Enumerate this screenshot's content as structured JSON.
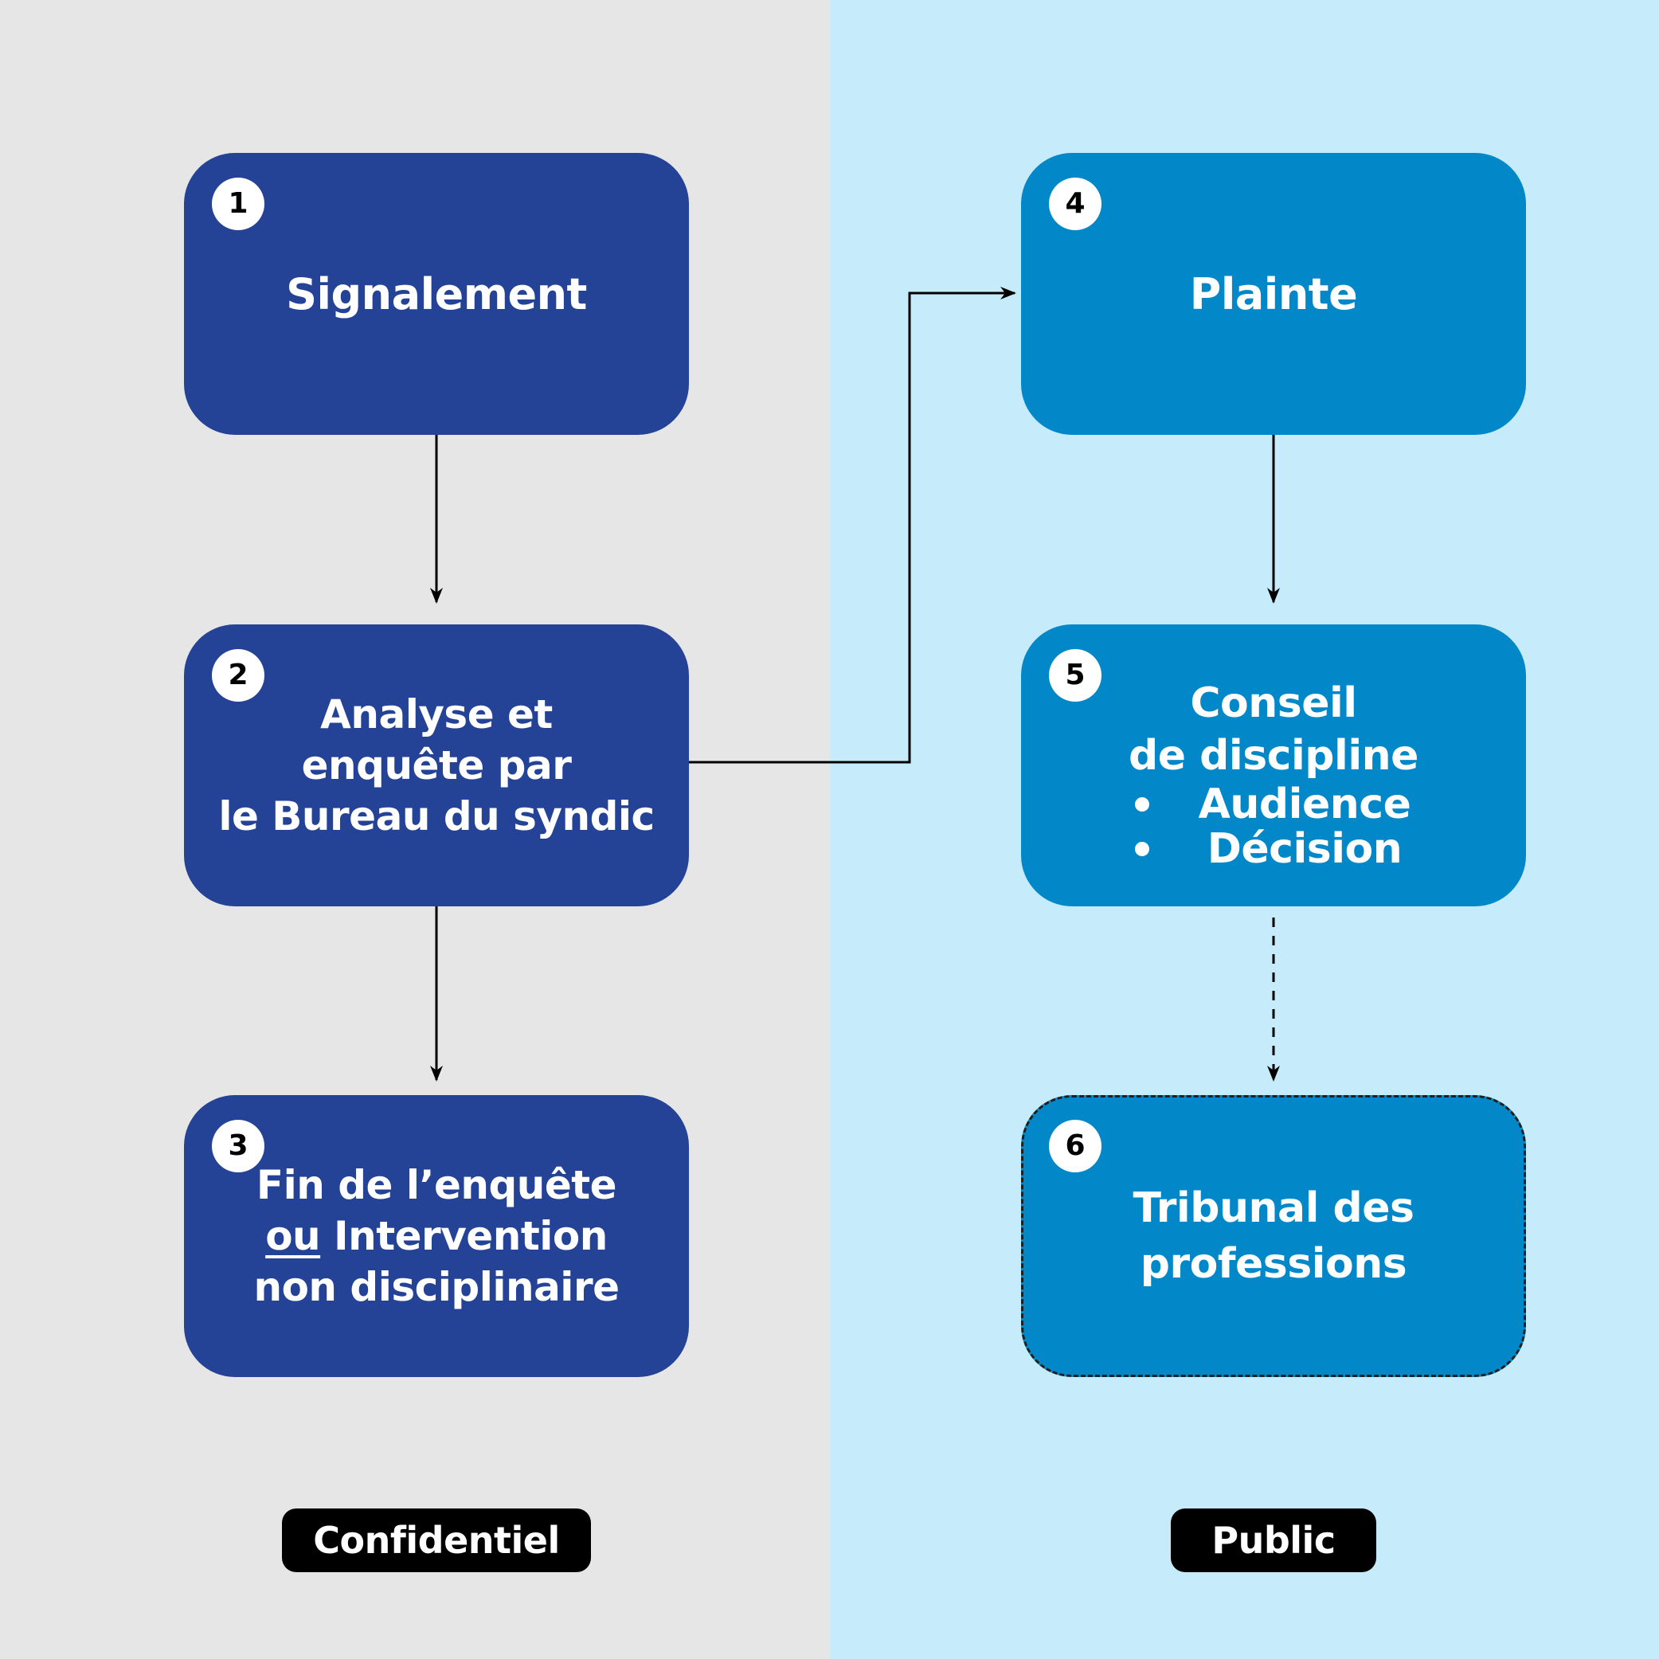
{
  "colors": {
    "confidential_bg": "#e6e6e6",
    "public_bg": "#c6ebfb",
    "dark_box": "#254396",
    "light_box": "#0288c8",
    "label_bg": "#000000"
  },
  "steps": [
    {
      "number": "1",
      "lines": [
        "Signalement"
      ]
    },
    {
      "number": "2",
      "lines": [
        "Analyse et",
        "enquête par",
        "le Bureau du syndic"
      ]
    },
    {
      "number": "3",
      "line1": "Fin de l’enquête",
      "line2_underlined": "ou",
      "line2_rest": " Intervention",
      "line3": "non disciplinaire"
    },
    {
      "number": "4",
      "lines": [
        "Plainte"
      ]
    },
    {
      "number": "5",
      "lines": [
        "Conseil",
        "de discipline"
      ],
      "bullets": [
        "Audience",
        "Décision"
      ]
    },
    {
      "number": "6",
      "lines": [
        "Tribunal des",
        "professions"
      ]
    }
  ],
  "labels": {
    "left": "Confidentiel",
    "right": "Public"
  }
}
